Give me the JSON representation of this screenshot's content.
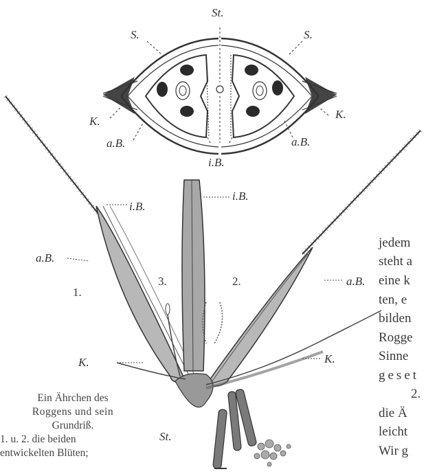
{
  "figure": {
    "labels": {
      "st_top": "St.",
      "s_left": "S.",
      "s_right": "S.",
      "k_left_top": "K.",
      "k_right_top": "K.",
      "ab_left_top": "a.B.",
      "ab_right_top": "a.B.",
      "ib_top": "i.B.",
      "ib_main": "i.B.",
      "ib_left": "i.B.",
      "ab_left": "a.B.",
      "ab_right": "a.B.",
      "num1": "1.",
      "num2": "2.",
      "num3": "3.",
      "k_left": "K.",
      "k_right": "K.",
      "st_bottom": "St."
    }
  },
  "caption": {
    "line1": "Ein Ährchen des",
    "line2": "Roggens und sein",
    "line3": "Grundriß.",
    "line4": "1. u. 2. die beiden",
    "line5": "entwickelten Blüten;"
  },
  "body_text": {
    "l1": "jedem",
    "l2": "steht a",
    "l3": "eine k",
    "l4": "ten, e",
    "l5": "bilden",
    "l6": "Rogge",
    "l7": "Sinne",
    "l8": "geset",
    "l9": "2.",
    "l10": "die Ä",
    "l11": "leicht",
    "l12": "Wir g"
  }
}
